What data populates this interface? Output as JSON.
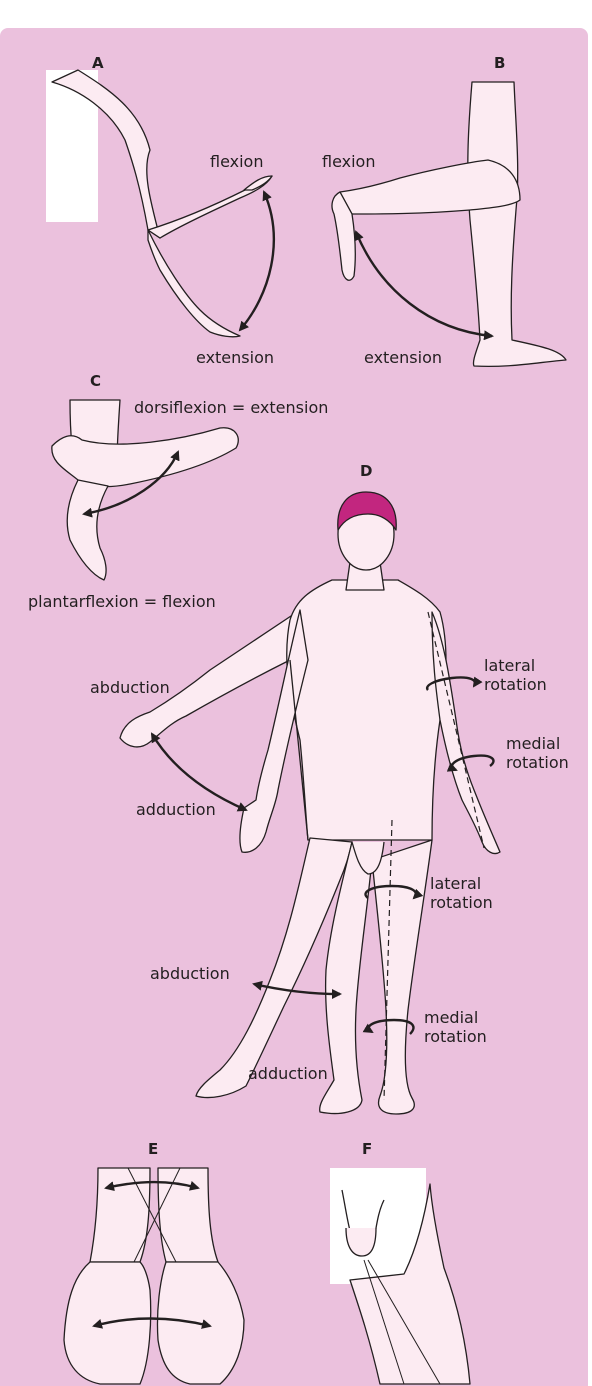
{
  "panels": {
    "A": {
      "letter": "A",
      "flexion": "flexion",
      "extension": "extension"
    },
    "B": {
      "letter": "B",
      "flexion": "flexion",
      "extension": "extension"
    },
    "C": {
      "letter": "C",
      "dorsiflexion": "dorsiflexion = extension",
      "plantarflexion": "plantarflexion = flexion"
    },
    "D": {
      "letter": "D",
      "arm_abduction": "abduction",
      "arm_adduction": "adduction",
      "arm_lateral_rotation_1": "lateral",
      "arm_lateral_rotation_2": "rotation",
      "arm_medial_rotation_1": "medial",
      "arm_medial_rotation_2": "rotation",
      "leg_abduction": "abduction",
      "leg_adduction": "adduction",
      "leg_lateral_rotation_1": "lateral",
      "leg_lateral_rotation_2": "rotation",
      "leg_medial_rotation_1": "medial",
      "leg_medial_rotation_2": "rotation"
    },
    "E": {
      "letter": "E"
    },
    "F": {
      "letter": "F"
    }
  },
  "colors": {
    "background": "#ebc1dd",
    "skin": "#fcebf2",
    "hair": "#c2267f",
    "outline": "#231f20"
  }
}
